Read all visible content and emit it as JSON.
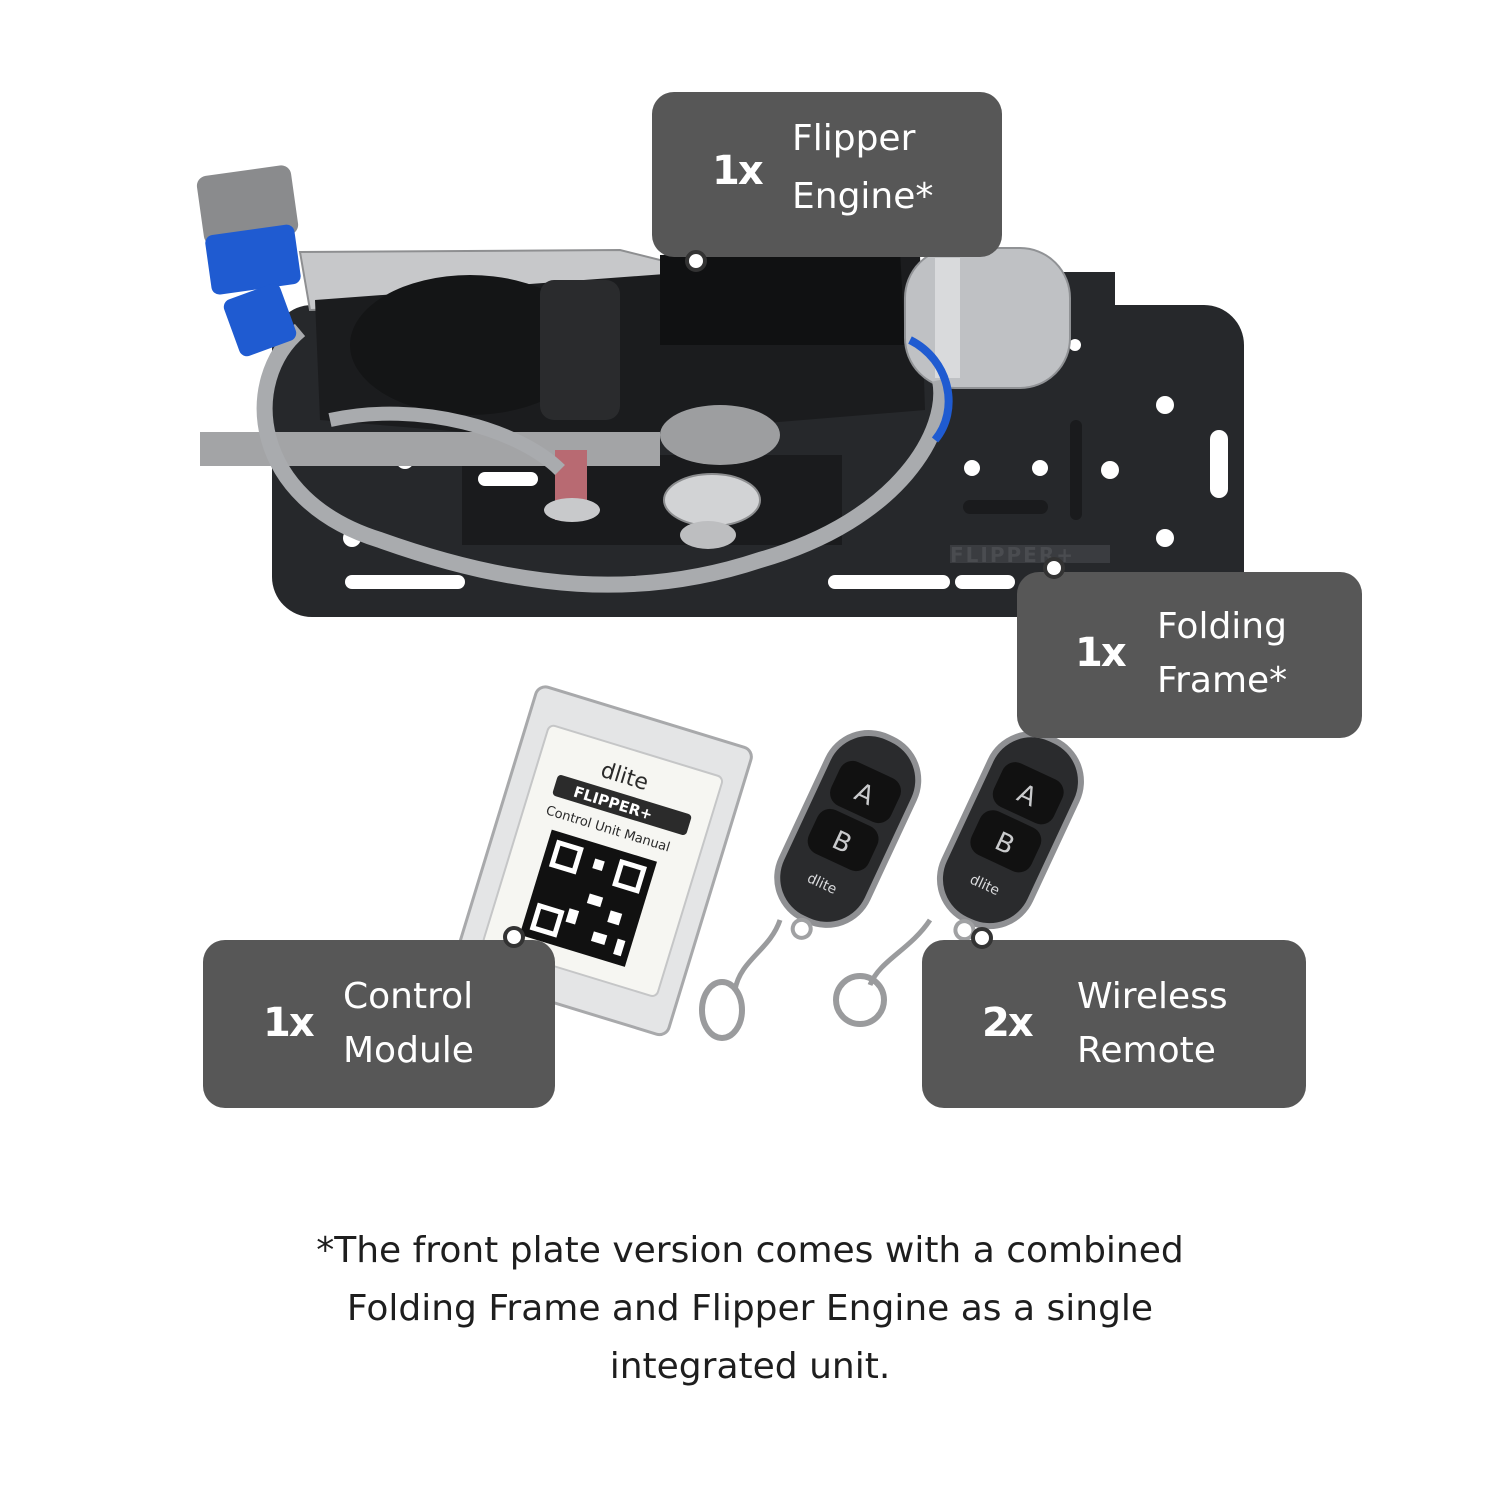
{
  "callouts": {
    "flipper_engine": {
      "qty": "1x",
      "line1": "Flipper",
      "line2": "Engine*"
    },
    "folding_frame": {
      "qty": "1x",
      "line1": "Folding",
      "line2": "Frame*"
    },
    "control_module": {
      "qty": "1x",
      "line1": "Control",
      "line2": "Module"
    },
    "wireless_remote": {
      "qty": "2x",
      "line1": "Wireless",
      "line2": "Remote"
    }
  },
  "frame_brand": "FLIPPER+",
  "control_module_label": {
    "brand": "dlite",
    "product": "FLIPPER+",
    "manual": "Control Unit Manual"
  },
  "remote_buttons": [
    "A",
    "B"
  ],
  "remote_brand": "dlite",
  "footnote": {
    "line1": "*The front plate version comes with a combined",
    "line2": "Folding Frame and Flipper Engine as a single",
    "line3": "integrated unit."
  },
  "colors": {
    "callout_bg": "#575757",
    "callout_text": "#ffffff",
    "footnote_text": "#1e1e1e",
    "cable_blue": "#1f5bd1"
  }
}
